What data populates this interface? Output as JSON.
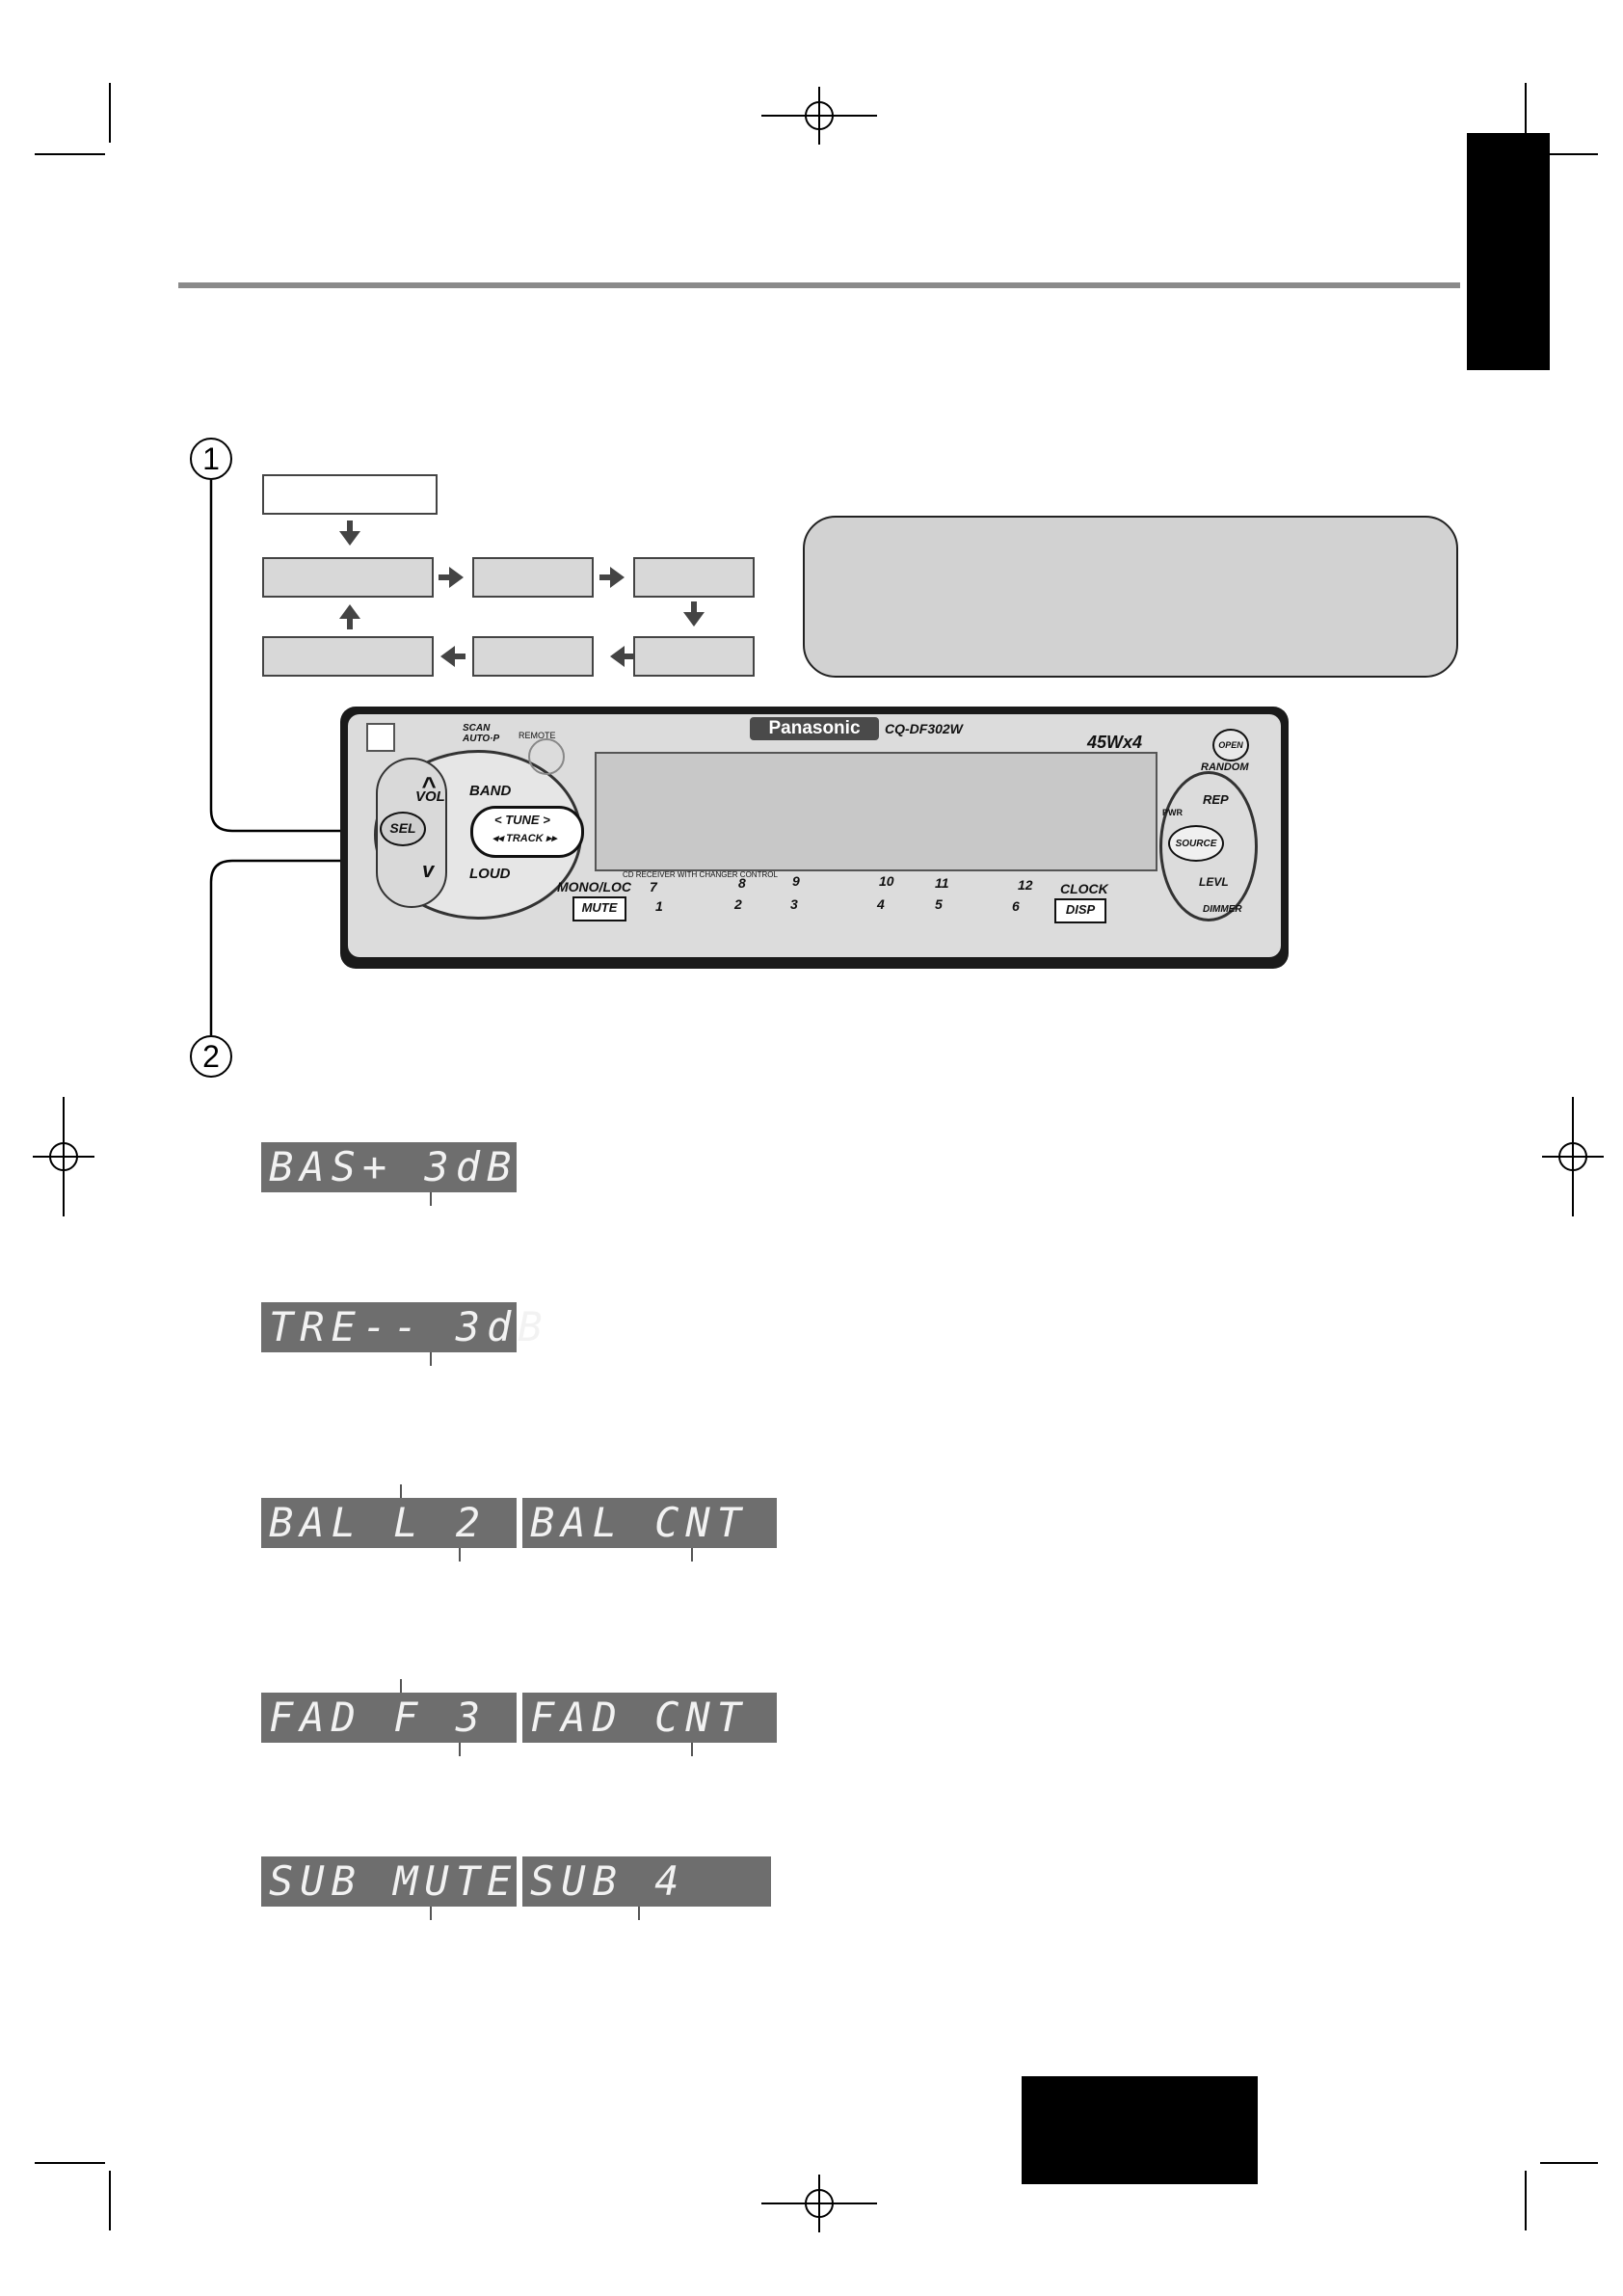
{
  "step_markers": {
    "one": "1",
    "two": "2"
  },
  "radio": {
    "brand": "Panasonic",
    "model": "CQ-DF302W",
    "power_rating": "45Wx4",
    "buttons": {
      "scan": "SCAN\nAUTO·P",
      "remote": "REMOTE",
      "vol": "VOL",
      "sel": "SEL",
      "band": "BAND",
      "tune": "< TUNE >",
      "track": "◂◂ TRACK ▸▸",
      "loud": "LOUD",
      "open": "OPEN",
      "random": "RANDOM",
      "rep": "REP",
      "pwr": "PWR",
      "source": "SOURCE",
      "levl": "LEVL",
      "dimmer": "DIMMER",
      "mono_loc": "MONO/LOC",
      "mute": "MUTE",
      "clock": "CLOCK",
      "disp": "DISP"
    },
    "subtitle": "CD RECEIVER WITH CHANGER CONTROL",
    "upper_presets": [
      "7",
      "8",
      "9",
      "10",
      "11",
      "12"
    ],
    "lower_presets": [
      "1",
      "2",
      "3",
      "4",
      "5",
      "6"
    ]
  },
  "displays": {
    "bass": "BAS+ 3dB",
    "treble": "TRE-- 3dB",
    "balance_left": "BAL L 2",
    "balance_center": "BAL CNT",
    "fader_front": "FAD F 3",
    "fader_center": "FAD CNT",
    "sub_mute": "SUB MUTE",
    "sub_level": "SUB 4"
  }
}
